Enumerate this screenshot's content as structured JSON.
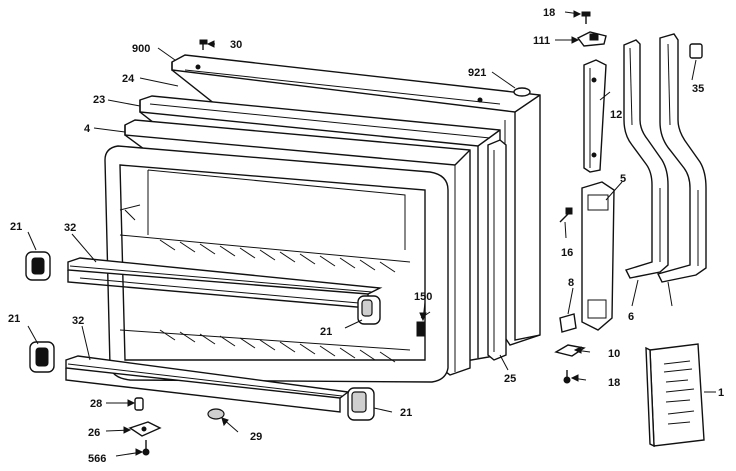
{
  "diagram": {
    "labels": [
      "18",
      "111",
      "12",
      "35",
      "900",
      "30",
      "921",
      "24",
      "23",
      "4",
      "5",
      "16",
      "21",
      "32",
      "150",
      "8",
      "6",
      "10",
      "25",
      "18",
      "21",
      "32",
      "21",
      "28",
      "29",
      "21",
      "26",
      "566",
      "1"
    ]
  }
}
